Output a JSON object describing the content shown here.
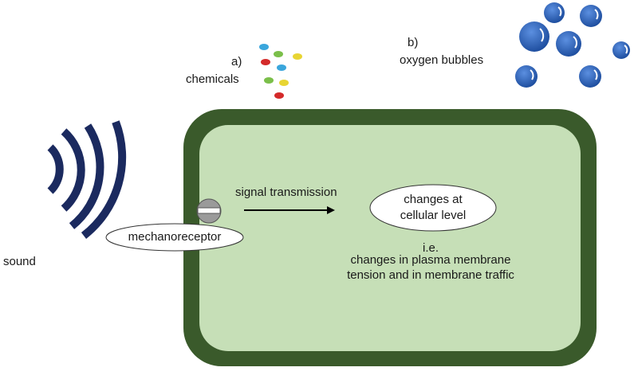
{
  "labels": {
    "a_marker": "a)",
    "chemicals": "chemicals",
    "b_marker": "b)",
    "oxygen_bubbles": "oxygen bubbles",
    "sound": "sound",
    "mechanoreceptor": "mechanoreceptor",
    "signal_transmission": "signal transmission",
    "changes_line1": "changes at",
    "changes_line2": "cellular level",
    "ie": "i.e.",
    "detail_line1": "changes in plasma membrane",
    "detail_line2": "tension and in membrane traffic"
  },
  "colors": {
    "cell_wall": "#3a5a2b",
    "cytoplasm": "#c6dfb7",
    "sound_waves": "#1b2a5f",
    "bubble": "#2f63b8",
    "arrow": "#000000",
    "receptor": "#9a9a9a"
  },
  "chemical_dot_colors": [
    "#3aa6dc",
    "#d42a2a",
    "#7bbf4a",
    "#e8d533"
  ]
}
